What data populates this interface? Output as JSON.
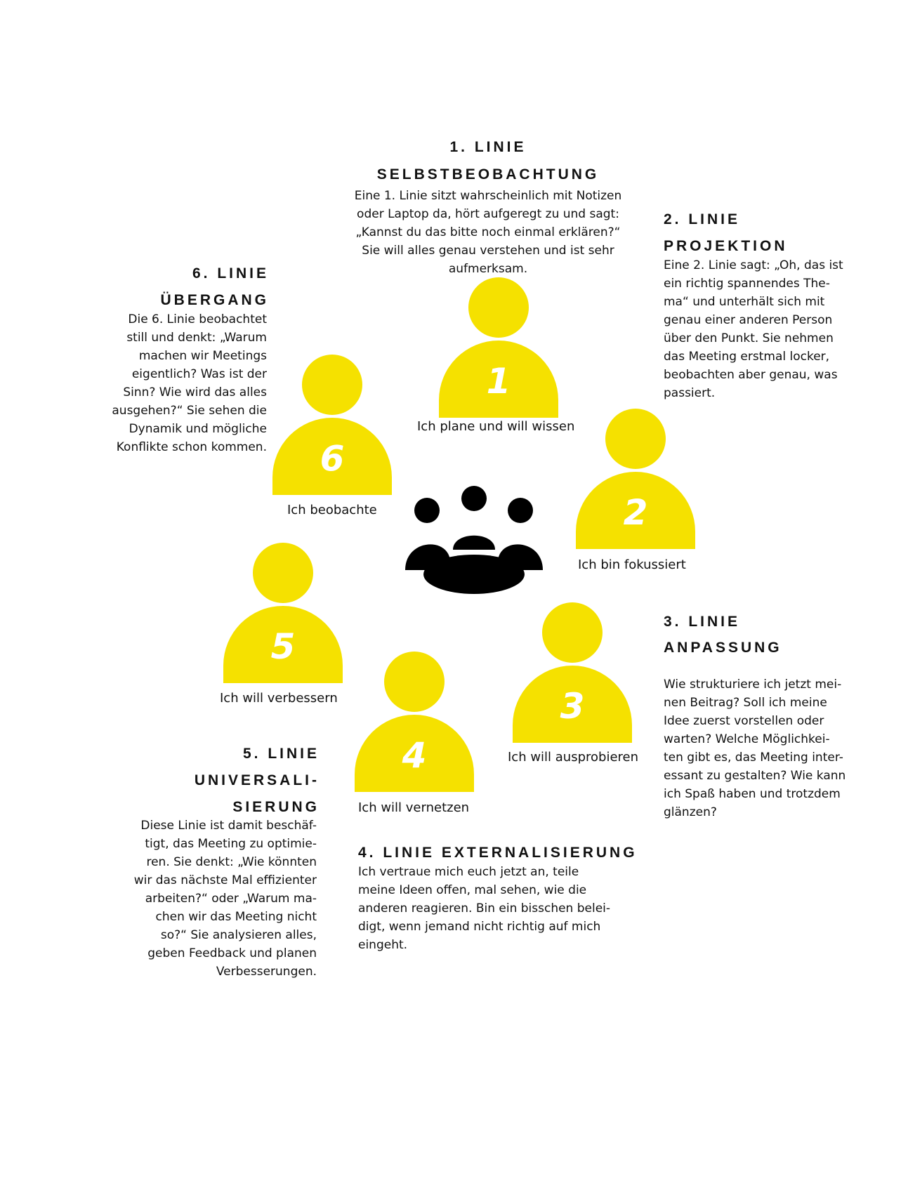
{
  "colors": {
    "person": "#f5e100",
    "icon": "#000000",
    "text": "#111111"
  },
  "center_icon": "meeting-table-icon",
  "lines": [
    {
      "heading1": "1. LINIE",
      "heading2": "SELBSTBEOBACHTUNG",
      "text": [
        "Eine 1. Linie sitzt wahrscheinlich mit Notizen",
        "oder Laptop da, hört aufgeregt zu und sagt:",
        "„Kannst du das bitte noch einmal erklären?“",
        "Sie will alles genau verstehen und ist sehr",
        "aufmerksam."
      ],
      "number": "1",
      "caption": "Ich plane und will wissen"
    },
    {
      "heading1": "2. LINIE",
      "heading2": "PROJEKTION",
      "text": [
        "Eine 2. Linie sagt: „Oh, das ist",
        "ein richtig spannendes The-",
        "ma“ und unterhält sich mit",
        "genau einer anderen Person",
        "über den Punkt. Sie nehmen",
        "das Meeting erstmal locker,",
        "beobachten aber genau, was",
        "passiert."
      ],
      "number": "2",
      "caption": "Ich bin fokussiert"
    },
    {
      "heading1": "3. LINIE",
      "heading2": "ANPASSUNG",
      "text": [
        "Wie strukturiere ich jetzt mei-",
        "nen Beitrag? Soll ich meine",
        "Idee zuerst vorstellen oder",
        "warten? Welche Möglichkei-",
        "ten gibt es, das Meeting inter-",
        "essant zu gestalten? Wie kann",
        "ich Spaß haben und trotzdem",
        "glänzen?"
      ],
      "number": "3",
      "caption": "Ich will ausprobieren"
    },
    {
      "heading1": "4. LINIE EXTERNALISIERUNG",
      "heading2": "",
      "text": [
        "Ich vertraue mich euch jetzt an, teile",
        "meine Ideen offen, mal sehen, wie die",
        "anderen reagieren. Bin ein bisschen belei-",
        "digt, wenn jemand nicht richtig auf mich",
        "eingeht."
      ],
      "number": "4",
      "caption": "Ich will vernetzen"
    },
    {
      "heading1": "5. LINIE",
      "heading2": "UNIVERSALI-",
      "heading3": "SIERUNG",
      "text": [
        "Diese Linie ist damit beschäf-",
        "tigt, das Meeting zu optimie-",
        "ren. Sie denkt: „Wie könnten",
        "wir das nächste Mal effizienter",
        "arbeiten?“ oder „Warum ma-",
        "chen wir das Meeting nicht",
        "so?“ Sie analysieren alles,",
        "geben Feedback und planen",
        "Verbesserungen."
      ],
      "number": "5",
      "caption": "Ich will verbessern"
    },
    {
      "heading1": "6. LINIE",
      "heading2": "ÜBERGANG",
      "text": [
        "Die 6. Linie beobachtet",
        "still und denkt: „Warum",
        "machen wir Meetings",
        "eigentlich? Was ist der",
        "Sinn? Wie wird das alles",
        "ausgehen?“ Sie sehen die",
        "Dynamik und mögliche",
        "Konflikte schon kommen."
      ],
      "number": "6",
      "caption": "Ich beobachte"
    }
  ]
}
